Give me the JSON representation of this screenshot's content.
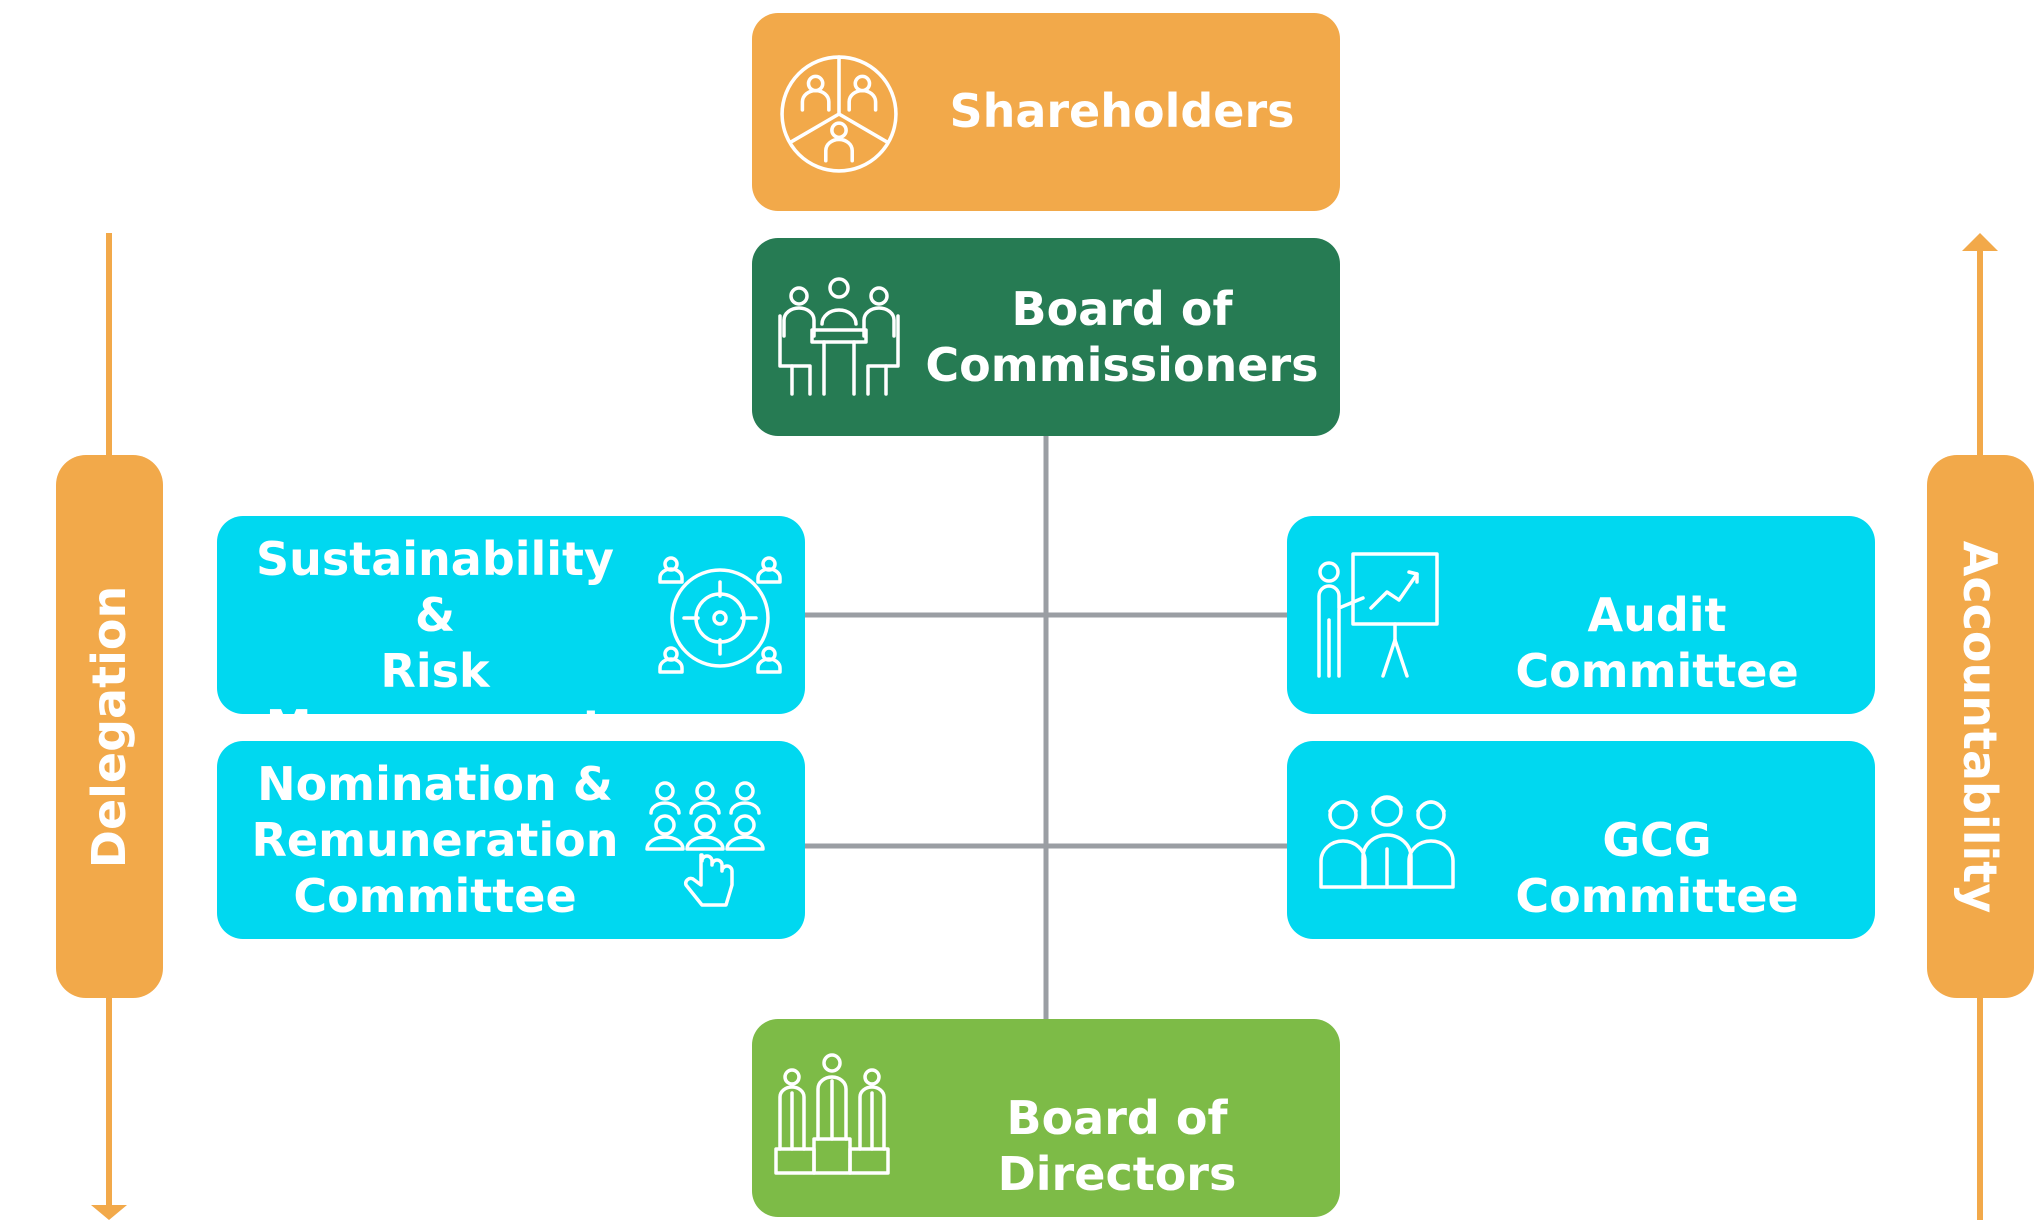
{
  "nodes": {
    "shareholders": {
      "label": "Shareholders",
      "icon": "shareholders-icon"
    },
    "commissioners": {
      "label": "Board of\nCommissioners",
      "icon": "meeting-table-icon"
    },
    "srm": {
      "label": "Sustainability &\nRisk Management\nCommittee",
      "icon": "target-team-icon"
    },
    "nrc": {
      "label": "Nomination &\nRemuneration\nCommittee",
      "icon": "select-person-icon"
    },
    "audit": {
      "label": "Audit Committee",
      "icon": "presentation-chart-icon"
    },
    "gcg": {
      "label": "GCG Committee",
      "icon": "group-people-icon"
    },
    "directors": {
      "label": "Board of Directors",
      "icon": "podium-team-icon"
    }
  },
  "side_labels": {
    "left": "Delegation",
    "right": "Accountability"
  },
  "colors": {
    "orange": "#F2A94A",
    "dark_green": "#267B53",
    "light_green": "#7DBB47",
    "cyan": "#00D8F0",
    "connector_gray": "#9A9EA3"
  }
}
